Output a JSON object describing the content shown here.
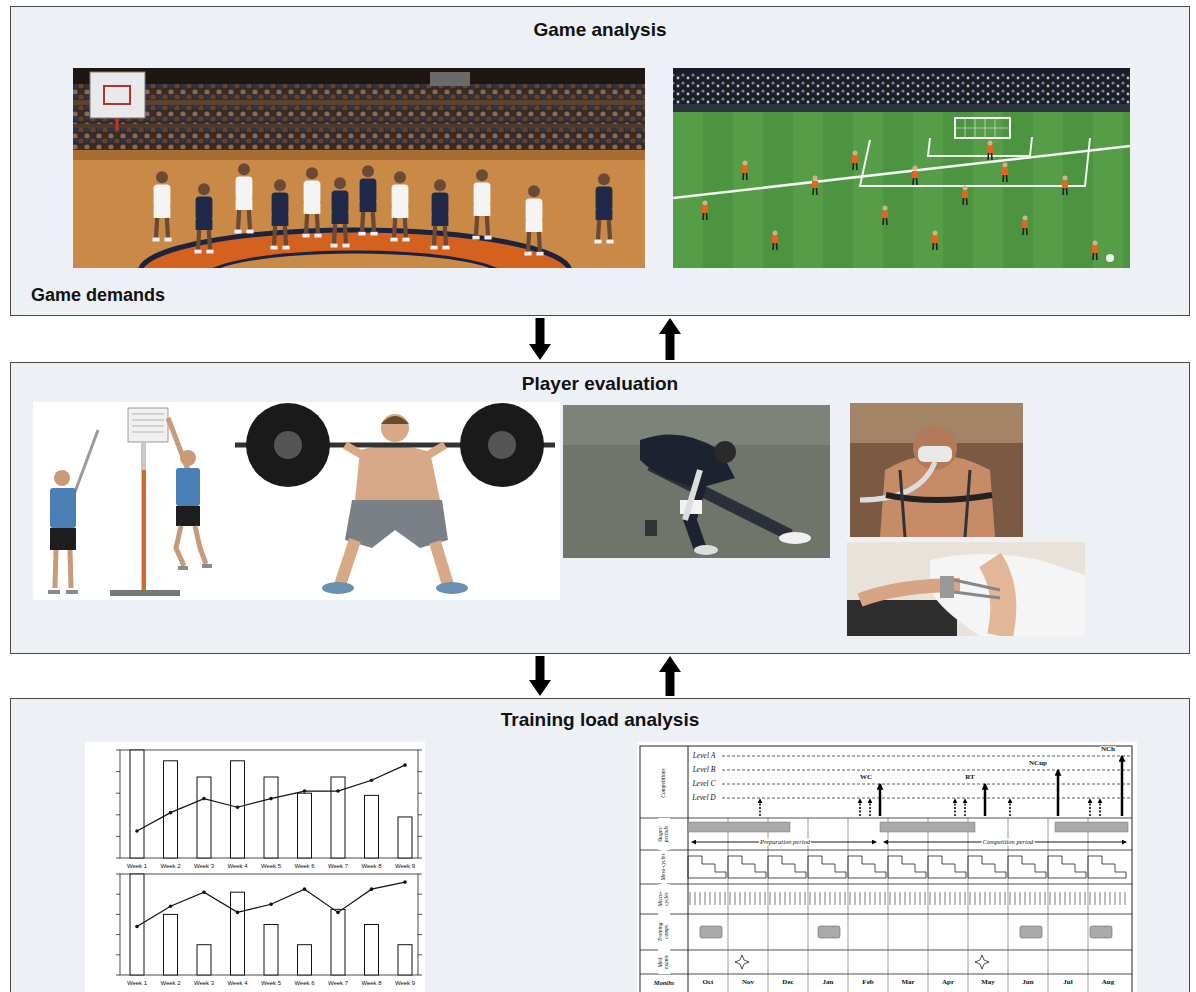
{
  "diagram": {
    "nodes": [
      {
        "text": [
          "Game analysis",
          "Game demands"
        ]
      },
      {
        "text": [
          "Player evaluation"
        ]
      },
      {
        "text": [
          "Training load analysis"
        ]
      }
    ],
    "edges": [
      {
        "from": 0,
        "to": 1,
        "arrow": "to"
      },
      {
        "from": 1,
        "to": 0,
        "arrow": "to"
      },
      {
        "from": 1,
        "to": 2,
        "arrow": "to"
      },
      {
        "from": 2,
        "to": 1,
        "arrow": "to"
      }
    ],
    "labels": [
      "Week 1",
      "Week 2",
      "Week 3",
      "Week 4",
      "Week 5",
      "Week 6",
      "Week 7",
      "Week 8",
      "Week 9",
      "Week 1",
      "Week 2",
      "Week 3",
      "Week 4",
      "Week 5",
      "Week 6",
      "Week 7",
      "Week 8",
      "Week 9",
      "Level A",
      "Level B",
      "Level C",
      "Level D",
      "WC",
      "RT",
      "NCup",
      "NCh",
      "Preparation period",
      "Competition period",
      "Competitions",
      "Stages/ periods",
      "Meso-cycles",
      "Micro-cycles",
      "Training camps",
      "Med. exams",
      "Months",
      "Oct",
      "Nov",
      "Dec",
      "Jan",
      "Feb",
      "Mar",
      "Apr",
      "May",
      "Jun",
      "Jul",
      "Aug"
    ]
  }
}
